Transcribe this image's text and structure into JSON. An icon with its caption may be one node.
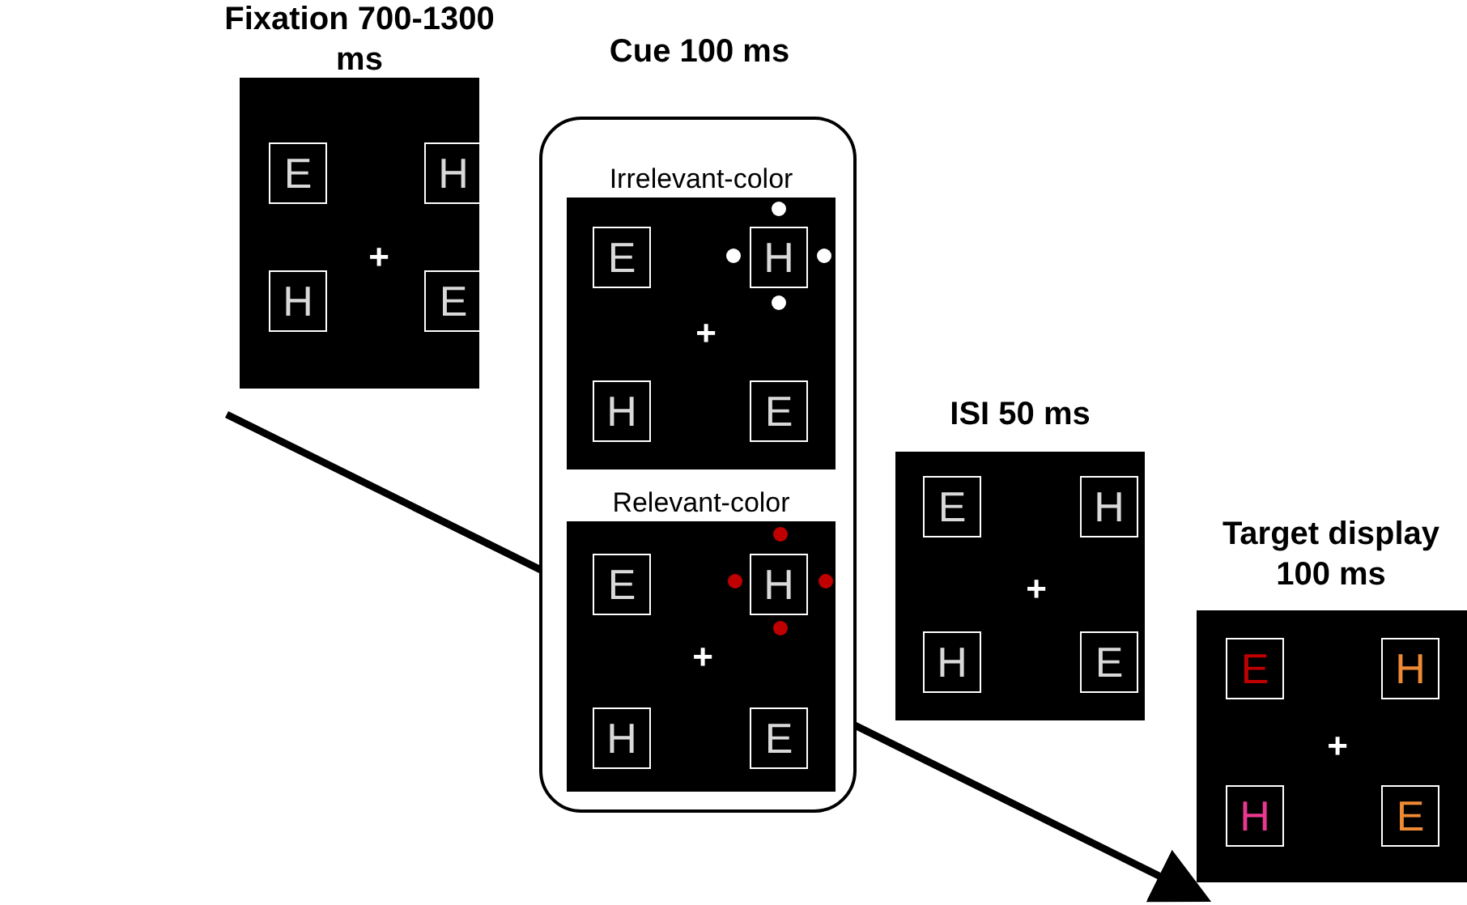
{
  "diagram": {
    "nodes": [
      {
        "text": [
          "+"
        ],
        "beside": [
          "Fixation 700-1300 ms"
        ]
      },
      {
        "text": [
          "E"
        ],
        "in": 0
      },
      {
        "text": [
          "H"
        ],
        "in": 0
      },
      {
        "text": [
          "H"
        ],
        "in": 0
      },
      {
        "text": [
          "E"
        ],
        "in": 0
      },
      {
        "text": [],
        "shape": "box",
        "beside": [
          "Cue 100 ms"
        ]
      },
      {
        "text": [
          "+"
        ],
        "in": 5,
        "beside": [
          "Irrelevant-color"
        ]
      },
      {
        "text": [
          "E"
        ],
        "in": 6
      },
      {
        "text": [
          "H"
        ],
        "in": 6
      },
      {
        "text": [
          "H"
        ],
        "in": 6
      },
      {
        "text": [
          "E"
        ],
        "in": 6
      },
      {
        "text": [
          "+"
        ],
        "in": 5,
        "beside": [
          "Relevant-color"
        ]
      },
      {
        "text": [
          "E"
        ],
        "in": 11
      },
      {
        "text": [
          "H"
        ],
        "in": 11
      },
      {
        "text": [
          "H"
        ],
        "in": 11
      },
      {
        "text": [
          "E"
        ],
        "in": 11
      },
      {
        "text": [
          "+"
        ],
        "beside": [
          "ISI 50 ms"
        ]
      },
      {
        "text": [
          "E"
        ],
        "in": 16
      },
      {
        "text": [
          "H"
        ],
        "in": 16
      },
      {
        "text": [
          "H"
        ],
        "in": 16
      },
      {
        "text": [
          "E"
        ],
        "in": 16
      },
      {
        "text": [
          "+"
        ],
        "beside": [
          "Target display 100 ms"
        ]
      },
      {
        "text": [
          "E"
        ],
        "in": 21
      },
      {
        "text": [
          "H"
        ],
        "in": 21
      },
      {
        "text": [
          "H"
        ],
        "in": 21
      },
      {
        "text": [
          "E"
        ],
        "in": 21
      }
    ]
  }
}
